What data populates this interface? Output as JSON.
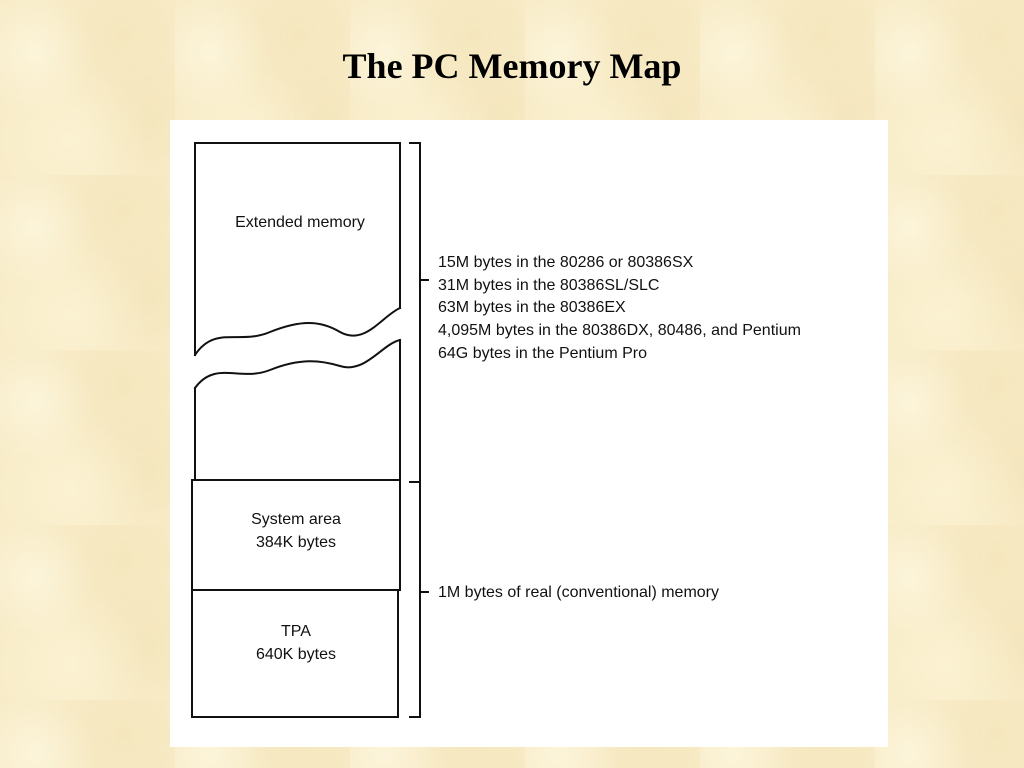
{
  "title": "The PC Memory Map",
  "diagram": {
    "blocks": [
      {
        "id": "extended",
        "label": "Extended memory"
      },
      {
        "id": "system",
        "lines": [
          "System area",
          "384K bytes"
        ]
      },
      {
        "id": "tpa",
        "lines": [
          "TPA",
          "640K bytes"
        ]
      }
    ],
    "extended_description": [
      "15M bytes in the 80286 or 80386SX",
      "31M bytes in the 80386SL/SLC",
      "63M bytes in the 80386EX",
      "4,095M bytes in the 80386DX, 80486, and Pentium",
      "64G bytes in the Pentium Pro"
    ],
    "real_memory_label": "1M bytes of real (conventional) memory"
  }
}
